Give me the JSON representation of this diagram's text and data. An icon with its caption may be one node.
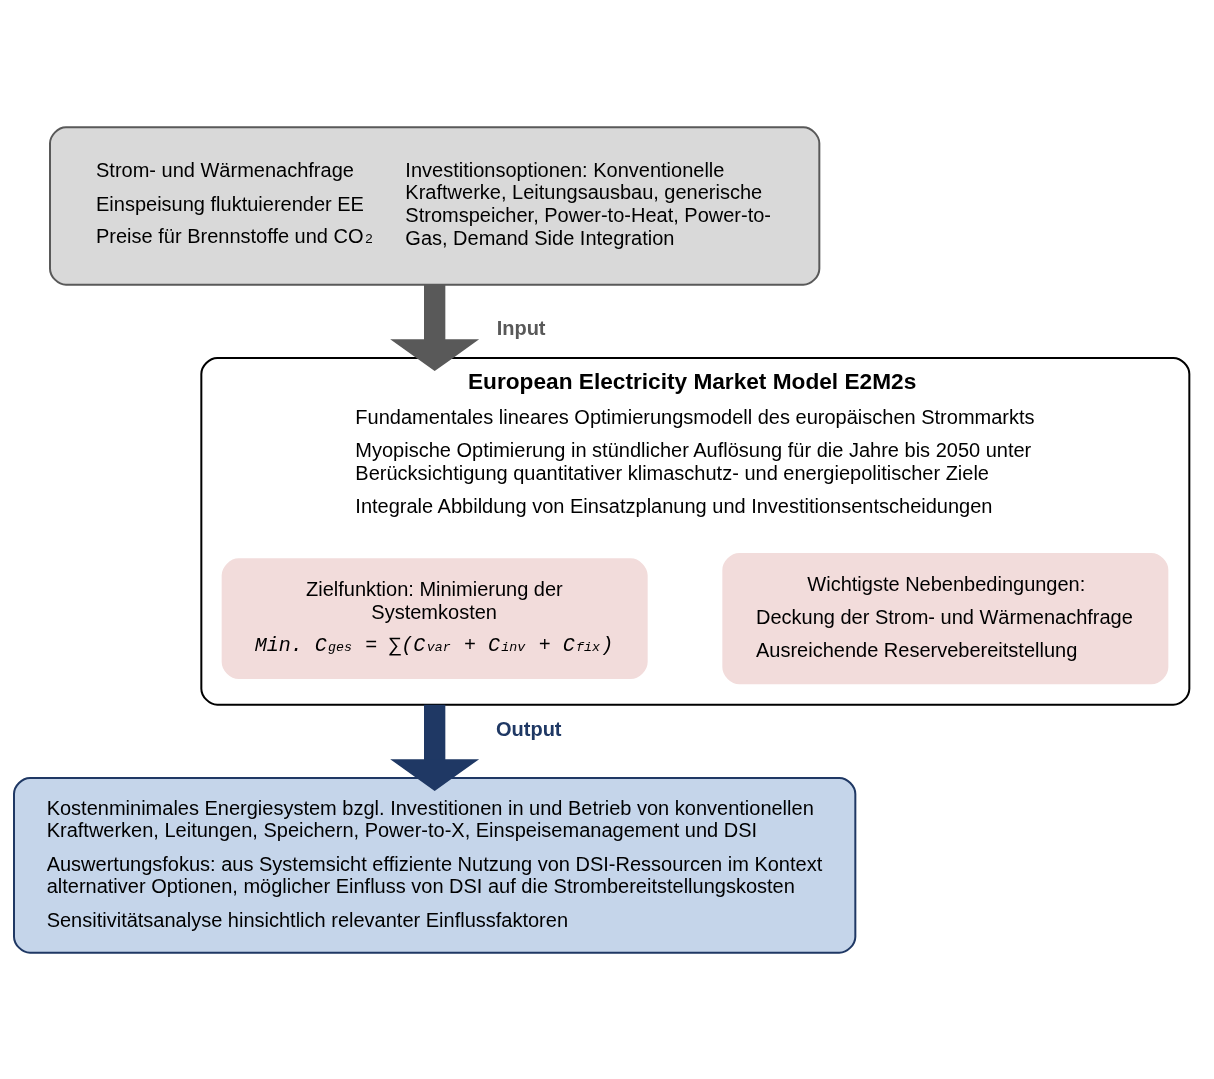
{
  "diagram": {
    "nodes": [
      {
        "text": [
          "Strom- und Wärmenachfrage",
          "Einspeisung fluktuierender EE",
          "Preise für Brennstoffe und CO$_{2}$",
          "Investitionsoptionen: Konventionelle Kraftwerke, Leitungsausbau, generische Stromspeicher, Power-to-Heat, Power-to-Gas, Demand Side Integration"
        ]
      },
      {
        "text": [
          "European Electricity Market Model E2M2s",
          "Fundamentales lineares Optimierungsmodell des europäischen Strommarkts",
          "Myopische Optimierung in stündlicher Auflösung für die Jahre bis 2050 unter Berücksichtigung quantitativer klimaschutz- und energiepolitischer Ziele",
          "Integrale Abbildung von Einsatzplanung und Investitionsentscheidungen"
        ]
      },
      {
        "text": [
          "Zielfunktion: Minimierung der Systemkosten",
          "Min. C$_{ges}$ = ∑(C$_{var}$ + C$_{inv}$ + C$_{fix}$)"
        ],
        "in": 1
      },
      {
        "text": [
          "Wichtigste Nebenbedingungen:",
          "Deckung der Strom- und Wärmenachfrage",
          "Ausreichende Reservebereitstellung"
        ],
        "in": 1
      },
      {
        "text": [
          "Kostenminimales Energiesystem bzgl. Investitionen in und Betrieb von konventionellen Kraftwerken, Leitungen, Speichern, Power-to-X, Einspeisemanagement und DSI",
          "Auswertungsfokus: aus Systemsicht effiziente Nutzung von DSI-Ressourcen im Kontext alternativer Optionen, möglicher Einfluss von DSI auf die Strombereitstellungskosten",
          "Sensitivitätsanalyse hinsichtlich relevanter Einflussfaktoren"
        ]
      }
    ],
    "edges": [
      {
        "from": 0,
        "to": 1,
        "arrow": "to",
        "label": "Input",
        "color": "#595959"
      },
      {
        "from": 1,
        "to": 4,
        "arrow": "to",
        "label": "Output",
        "color": "#1f3864"
      }
    ]
  }
}
